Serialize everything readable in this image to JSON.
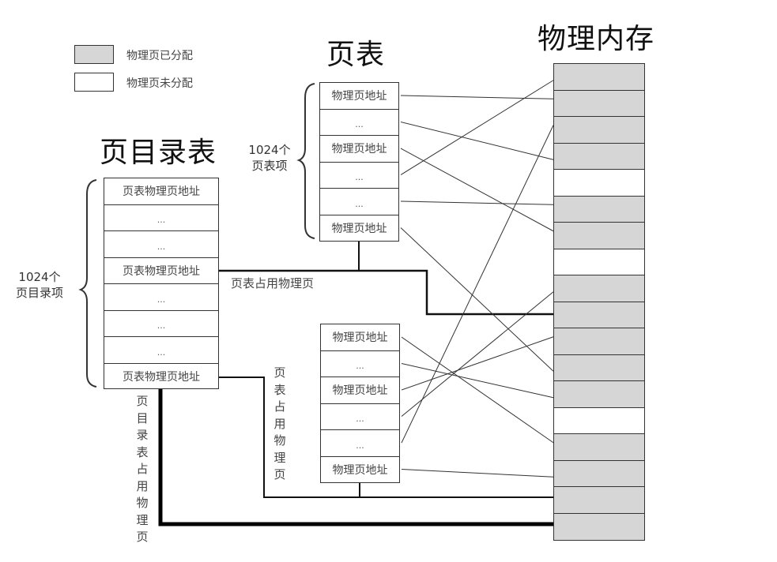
{
  "legend": [
    {
      "label": "物理页已分配",
      "color": "#d6d6d6"
    },
    {
      "label": "物理页未分配",
      "color": "#ffffff"
    }
  ],
  "colors": {
    "allocated": "#d6d6d6",
    "free": "#ffffff",
    "line": "#222222"
  },
  "page_directory": {
    "title": "页目录表",
    "count_label": [
      "1024个",
      "页目录项"
    ],
    "rows": [
      "页表物理页地址",
      "...",
      "...",
      "页表物理页地址",
      "...",
      "...",
      "...",
      "页表物理页地址"
    ]
  },
  "page_table_1": {
    "title": "页表",
    "count_label": [
      "1024个",
      "页表项"
    ],
    "rows": [
      "物理页地址",
      "...",
      "物理页地址",
      "...",
      "...",
      "物理页地址"
    ]
  },
  "page_table_2": {
    "rows": [
      "物理页地址",
      "...",
      "物理页地址",
      "...",
      "...",
      "物理页地址"
    ]
  },
  "physical_memory": {
    "title": "物理内存",
    "slots": [
      "allocated",
      "allocated",
      "allocated",
      "allocated",
      "free",
      "allocated",
      "allocated",
      "free",
      "allocated",
      "allocated",
      "allocated",
      "allocated",
      "allocated",
      "free",
      "allocated",
      "allocated",
      "allocated",
      "allocated"
    ]
  },
  "labels": {
    "page_table_occupies_page_h": "页表占用物理页",
    "page_table_occupies_page_v": "页表占用物理页",
    "page_directory_occupies_page_v": "页目录表占用物理页"
  },
  "mappings": {
    "page_table_1": [
      1,
      3,
      6,
      0,
      5,
      11
    ],
    "page_table_2": [
      14,
      12,
      10,
      8,
      2,
      15
    ]
  }
}
